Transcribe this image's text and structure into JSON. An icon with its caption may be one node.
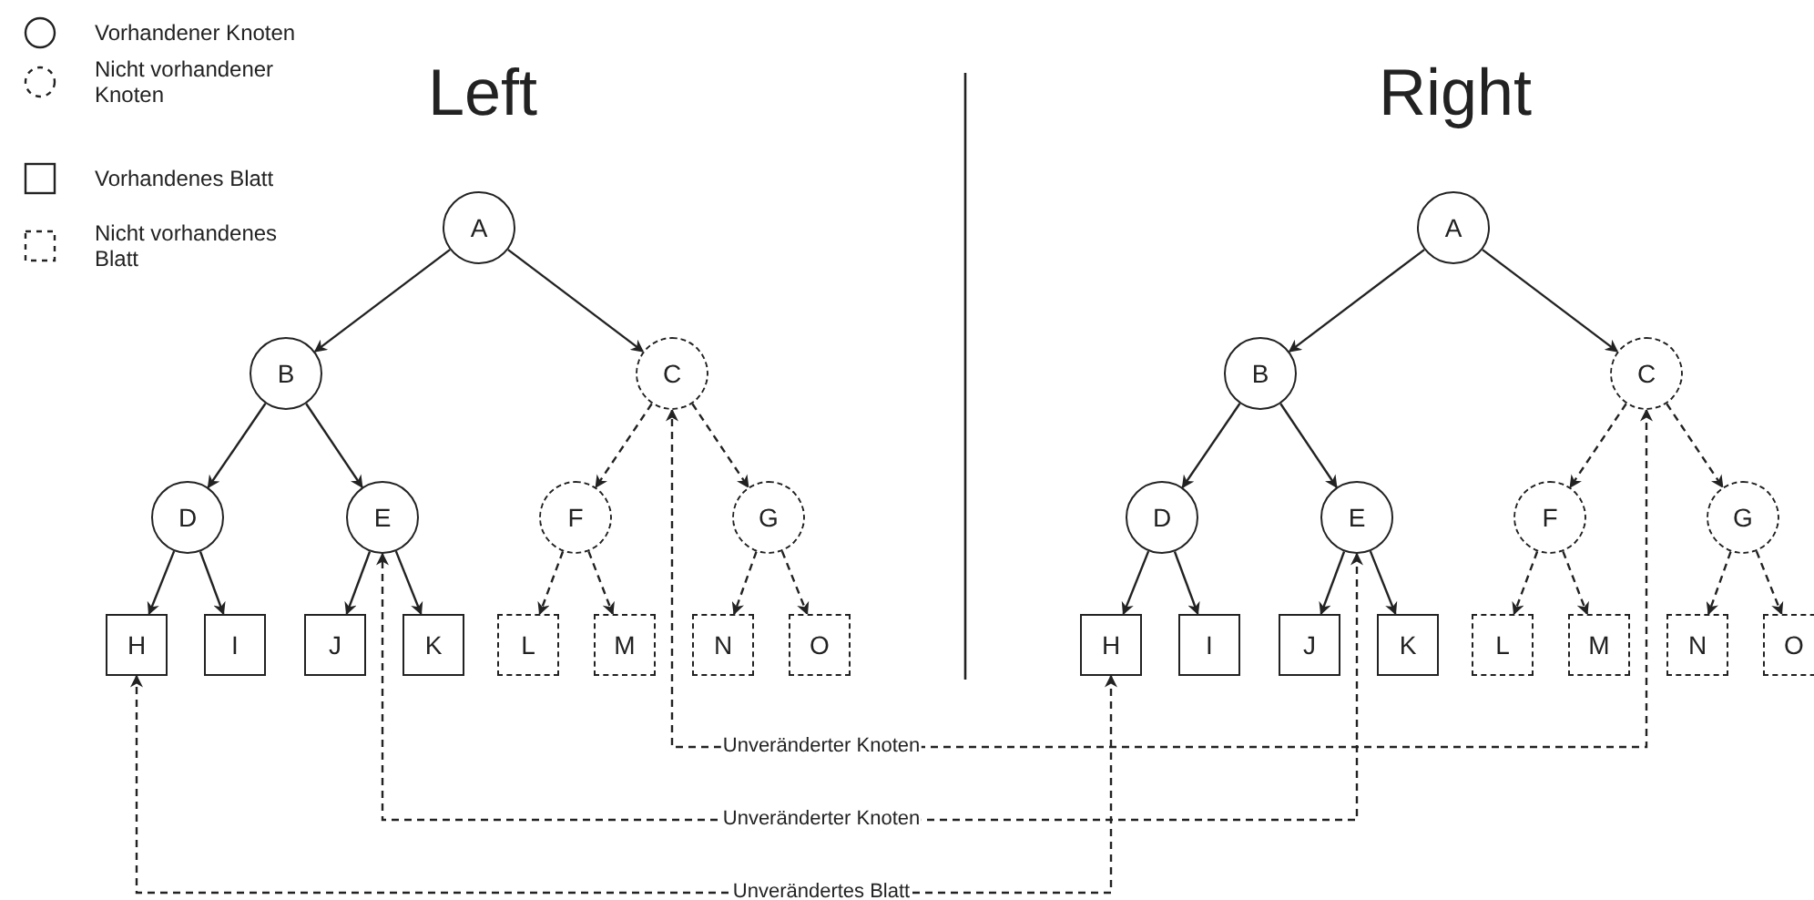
{
  "diagram": {
    "nodes": [
      {
        "text": [
          "A"
        ]
      },
      {
        "text": [
          "B"
        ]
      },
      {
        "text": [
          "C"
        ]
      },
      {
        "text": [
          "D"
        ]
      },
      {
        "text": [
          "E"
        ]
      },
      {
        "text": [
          "F"
        ]
      },
      {
        "text": [
          "G"
        ]
      },
      {
        "text": [
          "H"
        ]
      },
      {
        "text": [
          "I"
        ]
      },
      {
        "text": [
          "J"
        ]
      },
      {
        "text": [
          "K"
        ]
      },
      {
        "text": [
          "L"
        ]
      },
      {
        "text": [
          "M"
        ]
      },
      {
        "text": [
          "N"
        ]
      },
      {
        "text": [
          "O"
        ]
      },
      {
        "text": [
          "A"
        ]
      },
      {
        "text": [
          "B"
        ]
      },
      {
        "text": [
          "C"
        ]
      },
      {
        "text": [
          "D"
        ]
      },
      {
        "text": [
          "E"
        ]
      },
      {
        "text": [
          "F"
        ]
      },
      {
        "text": [
          "G"
        ]
      },
      {
        "text": [
          "H"
        ]
      },
      {
        "text": [
          "I"
        ]
      },
      {
        "text": [
          "J"
        ]
      },
      {
        "text": [
          "K"
        ]
      },
      {
        "text": [
          "L"
        ]
      },
      {
        "text": [
          "M"
        ]
      },
      {
        "text": [
          "N"
        ]
      },
      {
        "text": [
          "O"
        ]
      }
    ],
    "edges": [
      {
        "from": 0,
        "to": 1,
        "arrow": "to"
      },
      {
        "from": 0,
        "to": 2,
        "arrow": "to"
      },
      {
        "from": 1,
        "to": 3,
        "arrow": "to"
      },
      {
        "from": 1,
        "to": 4,
        "arrow": "to"
      },
      {
        "from": 2,
        "to": 5,
        "arrow": "to",
        "style": "dashed"
      },
      {
        "from": 2,
        "to": 6,
        "arrow": "to",
        "style": "dashed"
      },
      {
        "from": 3,
        "to": 7,
        "arrow": "to"
      },
      {
        "from": 3,
        "to": 8,
        "arrow": "to"
      },
      {
        "from": 4,
        "to": 9,
        "arrow": "to"
      },
      {
        "from": 4,
        "to": 10,
        "arrow": "to"
      },
      {
        "from": 5,
        "to": 11,
        "arrow": "to",
        "style": "dashed"
      },
      {
        "from": 5,
        "to": 12,
        "arrow": "to",
        "style": "dashed"
      },
      {
        "from": 6,
        "to": 13,
        "arrow": "to",
        "style": "dashed"
      },
      {
        "from": 6,
        "to": 14,
        "arrow": "to",
        "style": "dashed"
      },
      {
        "from": 15,
        "to": 16,
        "arrow": "to"
      },
      {
        "from": 15,
        "to": 17,
        "arrow": "to"
      },
      {
        "from": 16,
        "to": 18,
        "arrow": "to"
      },
      {
        "from": 16,
        "to": 19,
        "arrow": "to"
      },
      {
        "from": 17,
        "to": 20,
        "arrow": "to",
        "style": "dashed"
      },
      {
        "from": 17,
        "to": 21,
        "arrow": "to",
        "style": "dashed"
      },
      {
        "from": 18,
        "to": 22,
        "arrow": "to"
      },
      {
        "from": 18,
        "to": 23,
        "arrow": "to"
      },
      {
        "from": 19,
        "to": 24,
        "arrow": "to"
      },
      {
        "from": 19,
        "to": 25,
        "arrow": "to"
      },
      {
        "from": 20,
        "to": 26,
        "arrow": "to",
        "style": "dashed"
      },
      {
        "from": 20,
        "to": 27,
        "arrow": "to",
        "style": "dashed"
      },
      {
        "from": 21,
        "to": 28,
        "arrow": "to",
        "style": "dashed"
      },
      {
        "from": 21,
        "to": 29,
        "arrow": "to",
        "style": "dashed"
      },
      {
        "from": 17,
        "to": 2,
        "arrow": "both",
        "style": "dashed",
        "label": "Unveränderter Knoten"
      },
      {
        "from": 19,
        "to": 4,
        "arrow": "both",
        "style": "dashed",
        "label": "Unveränderter Knoten"
      },
      {
        "from": 22,
        "to": 7,
        "arrow": "both",
        "style": "dashed",
        "label": "Unverändertes Blatt"
      }
    ],
    "labels": [
      "Left",
      "Right"
    ],
    "legend": [
      {
        "text": "Vorhandener Knoten"
      },
      {
        "text": "Nicht vorhandener Knoten"
      },
      {
        "text": "Vorhandenes Blatt"
      },
      {
        "text": "Nicht vorhandenes Blatt"
      }
    ]
  }
}
